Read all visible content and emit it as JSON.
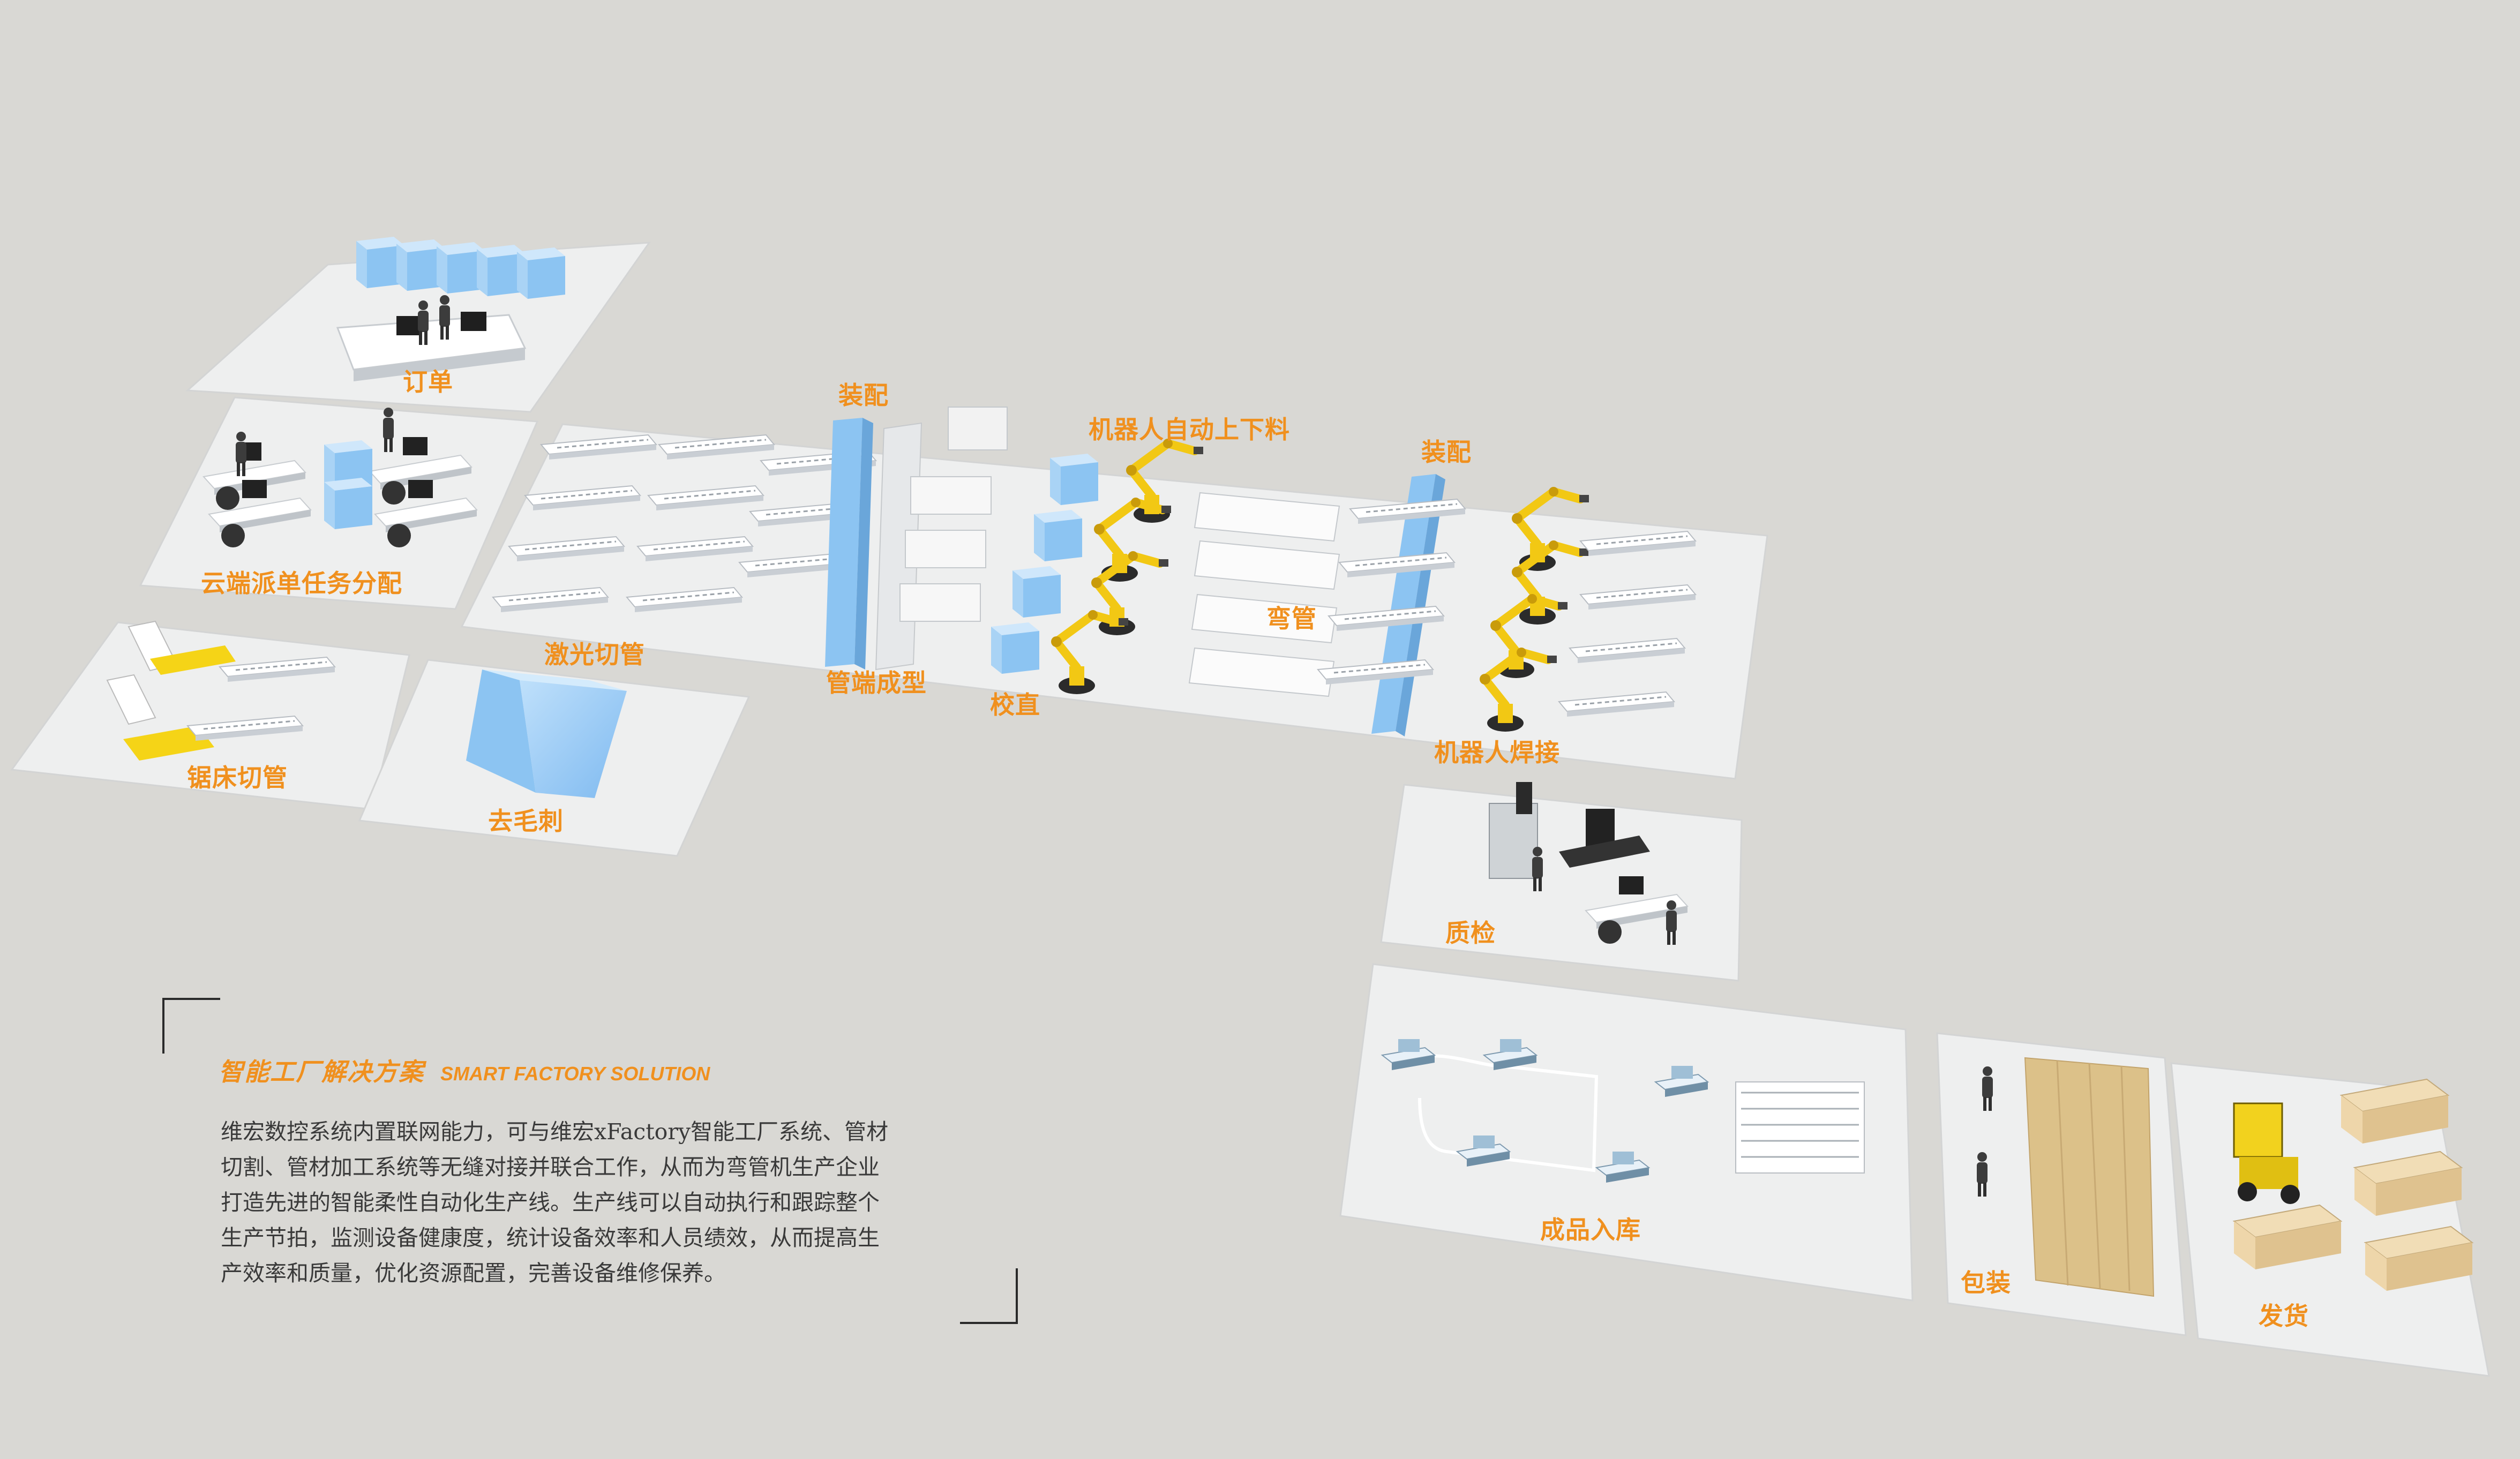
{
  "stations": {
    "order": "订单",
    "cloud_dispatch": "云端派单任务分配",
    "saw_cutting": "锯床切管",
    "deburring": "去毛刺",
    "laser_cutting": "激光切管",
    "assembly_1": "装配",
    "tube_end_forming": "管端成型",
    "straightening": "校直",
    "robot_loading": "机器人自动上下料",
    "bending": "弯管",
    "assembly_2": "装配",
    "robot_welding": "机器人焊接",
    "quality_check": "质检",
    "warehousing": "成品入库",
    "packaging": "包装",
    "shipping": "发货"
  },
  "solution": {
    "title_zh": "智能工厂解决方案",
    "title_en": "SMART FACTORY SOLUTION",
    "body": "维宏数控系统内置联网能力，可与维宏xFactory智能工厂系统、管材切割、管材加工系统等无缝对接并联合工作，从而为弯管机生产企业打造先进的智能柔性自动化生产线。生产线可以自动执行和跟踪整个生产节拍，监测设备健康度，统计设备效率和人员绩效，从而提高生产效率和质量，优化资源配置，完善设备维修保养。"
  },
  "colors": {
    "background": "#d9d8d4",
    "platform": "#edeeee",
    "accent_orange": "#f0901e",
    "machine_blue": "#8cc4f2",
    "robot_yellow": "#f2d21e"
  }
}
